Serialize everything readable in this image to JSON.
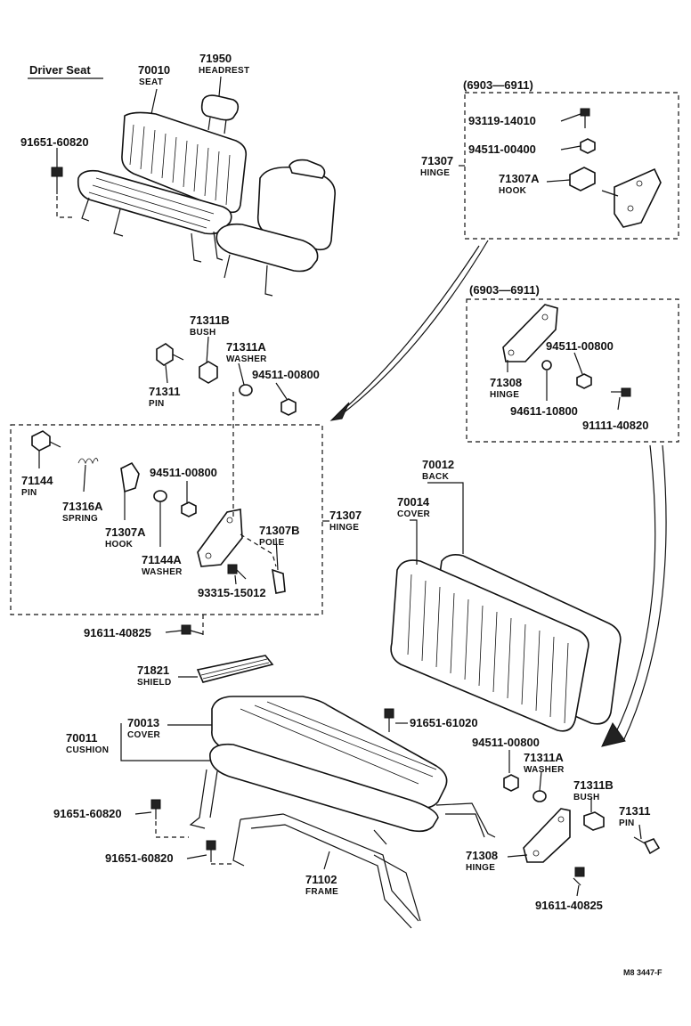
{
  "title": "Driver Seat",
  "footer": "M8 3447-F",
  "callouts": [
    {
      "id": "70010",
      "part": "70010",
      "name": "SEAT"
    },
    {
      "id": "71950",
      "part": "71950",
      "name": "HEADREST"
    },
    {
      "id": "91651a",
      "part": "91651-60820",
      "name": ""
    },
    {
      "id": "box1_range",
      "part": "(6903—6911)",
      "name": ""
    },
    {
      "id": "93119",
      "part": "93119-14010",
      "name": ""
    },
    {
      "id": "94511a",
      "part": "94511-00400",
      "name": ""
    },
    {
      "id": "71307top",
      "part": "71307",
      "name": "HINGE"
    },
    {
      "id": "71307Atop",
      "part": "71307A",
      "name": "HOOK"
    },
    {
      "id": "box2_range",
      "part": "(6903—6911)",
      "name": ""
    },
    {
      "id": "71311B",
      "part": "71311B",
      "name": "BUSH"
    },
    {
      "id": "71311A",
      "part": "71311A",
      "name": "WASHER"
    },
    {
      "id": "94511b",
      "part": "94511-00800",
      "name": ""
    },
    {
      "id": "71311",
      "part": "71311",
      "name": "PIN"
    },
    {
      "id": "71308top",
      "part": "71308",
      "name": "HINGE"
    },
    {
      "id": "94511c",
      "part": "94511-00800",
      "name": ""
    },
    {
      "id": "94611",
      "part": "94611-10800",
      "name": ""
    },
    {
      "id": "91111",
      "part": "91111-40820",
      "name": ""
    },
    {
      "id": "71144",
      "part": "71144",
      "name": "PIN"
    },
    {
      "id": "71316A",
      "part": "71316A",
      "name": "SPRING"
    },
    {
      "id": "71307Amid",
      "part": "71307A",
      "name": "HOOK"
    },
    {
      "id": "94511d",
      "part": "94511-00800",
      "name": ""
    },
    {
      "id": "71144A",
      "part": "71144A",
      "name": "WASHER"
    },
    {
      "id": "71307B",
      "part": "71307B",
      "name": "POLE"
    },
    {
      "id": "71307mid",
      "part": "71307",
      "name": "HINGE"
    },
    {
      "id": "93315",
      "part": "93315-15012",
      "name": ""
    },
    {
      "id": "91611a",
      "part": "91611-40825",
      "name": ""
    },
    {
      "id": "70012",
      "part": "70012",
      "name": "BACK"
    },
    {
      "id": "70014",
      "part": "70014",
      "name": "COVER"
    },
    {
      "id": "71821",
      "part": "71821",
      "name": "SHIELD"
    },
    {
      "id": "70013",
      "part": "70013",
      "name": "COVER"
    },
    {
      "id": "70011",
      "part": "70011",
      "name": "CUSHION"
    },
    {
      "id": "91651b",
      "part": "91651-61020",
      "name": ""
    },
    {
      "id": "94511e",
      "part": "94511-00800",
      "name": ""
    },
    {
      "id": "71311Alow",
      "part": "71311A",
      "name": "WASHER"
    },
    {
      "id": "71311Blow",
      "part": "71311B",
      "name": "BUSH"
    },
    {
      "id": "71311low",
      "part": "71311",
      "name": "PIN"
    },
    {
      "id": "91651c",
      "part": "91651-60820",
      "name": ""
    },
    {
      "id": "91651d",
      "part": "91651-60820",
      "name": ""
    },
    {
      "id": "71102",
      "part": "71102",
      "name": "FRAME"
    },
    {
      "id": "71308low",
      "part": "71308",
      "name": "HINGE"
    },
    {
      "id": "91611b",
      "part": "91611-40825",
      "name": ""
    }
  ]
}
